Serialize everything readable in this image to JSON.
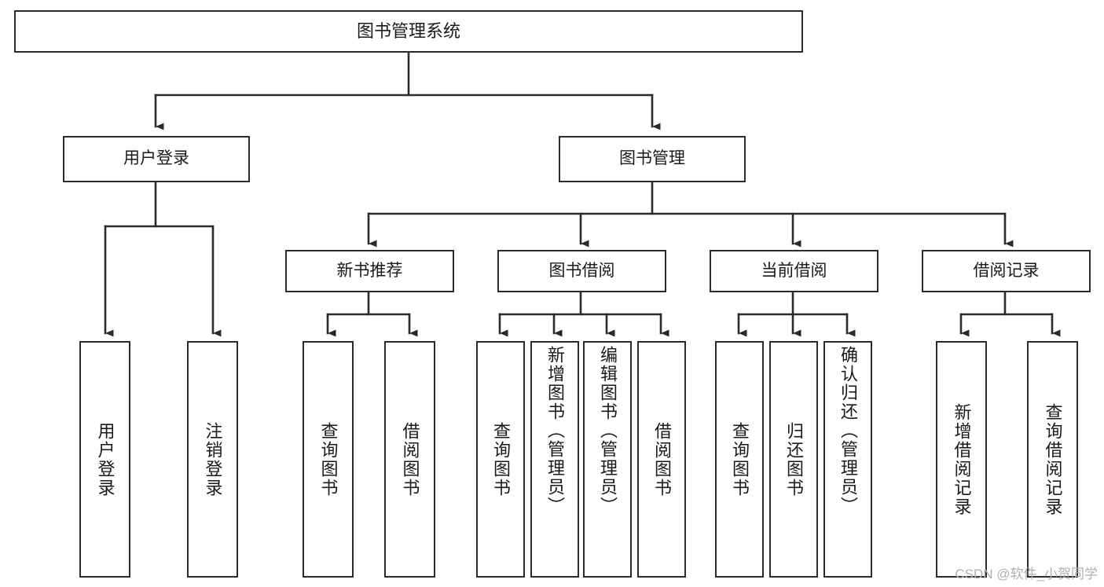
{
  "diagram": {
    "type": "tree-hierarchy-diagram",
    "title": "图书管理系统",
    "colors": {
      "box_border": "#2b2b2b",
      "box_fill": "#ffffff",
      "connector": "#2b2b2b",
      "text": "#1a1a1a",
      "watermark": "#b0b0b0",
      "background": "#ffffff"
    },
    "levels": {
      "root": {
        "label": "图书管理系统"
      },
      "level2": [
        {
          "label": "用户登录"
        },
        {
          "label": "图书管理"
        }
      ],
      "level3": [
        {
          "label": "新书推荐"
        },
        {
          "label": "图书借阅"
        },
        {
          "label": "当前借阅"
        },
        {
          "label": "借阅记录"
        }
      ],
      "leaves": {
        "user_login": [
          {
            "label": "用户登录"
          },
          {
            "label": "注销登录"
          }
        ],
        "new_book_recommend": [
          {
            "label": "查询图书"
          },
          {
            "label": "借阅图书"
          }
        ],
        "book_borrow": [
          {
            "label": "查询图书"
          },
          {
            "label": "新增图书（管理员）"
          },
          {
            "label": "编辑图书（管理员）"
          },
          {
            "label": "借阅图书"
          }
        ],
        "current_borrow": [
          {
            "label": "查询图书"
          },
          {
            "label": "归还图书"
          },
          {
            "label": "确认归还（管理员）"
          }
        ],
        "borrow_record": [
          {
            "label": "新增借阅记录"
          },
          {
            "label": "查询借阅记录"
          }
        ]
      }
    }
  },
  "watermark": {
    "text": "CSDN @软件_小贺同学"
  }
}
